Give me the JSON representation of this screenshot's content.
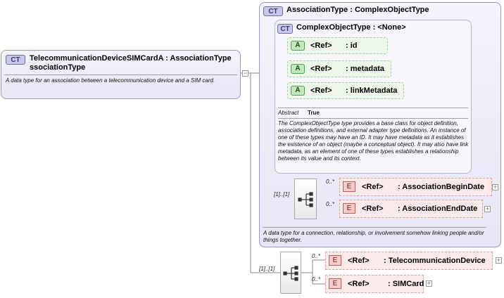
{
  "root": {
    "badge": "CT",
    "name_line1": "TelecommunicationDeviceSIMCardA : AssociationType",
    "name_line2": "ssociationType",
    "description": "A data type for an association between a telecommunication device and a SIM card."
  },
  "association_type": {
    "badge": "CT",
    "title": "AssociationType : ComplexObjectType",
    "description": "A data type for a connection, relationship, or involvement somehow linking people and/or things together."
  },
  "complex_object_type": {
    "badge": "CT",
    "title": "ComplexObjectType : <None>",
    "attributes": [
      {
        "badge": "A",
        "ref": "<Ref>",
        "name": ": id"
      },
      {
        "badge": "A",
        "ref": "<Ref>",
        "name": ": metadata"
      },
      {
        "badge": "A",
        "ref": "<Ref>",
        "name": ": linkMetadata"
      }
    ],
    "abstract_label": "Abstract",
    "abstract_value": "True",
    "description": "The ComplexObjectType type provides a base class for object definition, association definitions, and external adapter type definitions. An instance of one of these types may have an ID. It may have metadata as it establishes the existence of an object (maybe a conceptual object). It may also have link metadata, as an element of one of these types establishes a relationship between its value and its context."
  },
  "assoc_sequence": {
    "cardinality": "[1]..[1]",
    "elements": [
      {
        "badge": "E",
        "ref": "<Ref>",
        "name": ": AssociationBeginDate",
        "multiplicity": "0..*",
        "expand": "+"
      },
      {
        "badge": "E",
        "ref": "<Ref>",
        "name": ": AssociationEndDate",
        "multiplicity": "0..*",
        "expand": "+"
      }
    ]
  },
  "root_sequence": {
    "cardinality": "[1]..[1]",
    "elements": [
      {
        "badge": "E",
        "ref": "<Ref>",
        "name": ": TelecommunicationDevice",
        "multiplicity": "0..*",
        "expand": "+"
      },
      {
        "badge": "E",
        "ref": "<Ref>",
        "name": ": SIMCard",
        "multiplicity": "0..*",
        "expand": "+"
      }
    ]
  },
  "root_collapse": "−"
}
